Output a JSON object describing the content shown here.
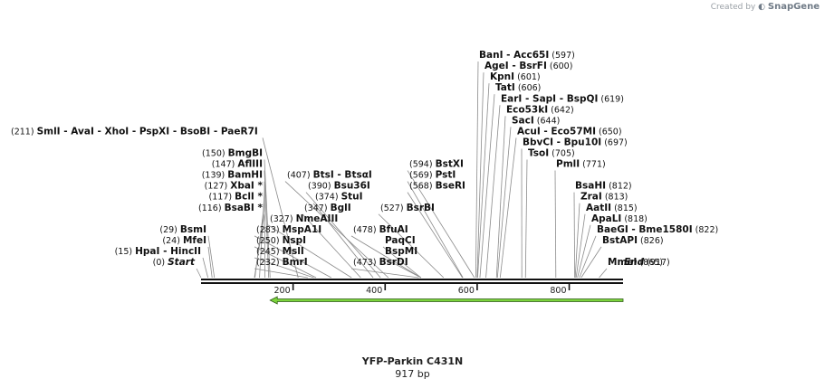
{
  "watermark": {
    "prefix": "Created by",
    "brand": "SnapGene"
  },
  "plasmid": {
    "name": "YFP-Parkin C431N",
    "length_label": "917 bp",
    "length": 917
  },
  "axis": {
    "ticks": [
      200,
      400,
      600,
      800
    ]
  },
  "feature": {
    "start": 150,
    "end": 917,
    "direction": "reverse",
    "color": "#7cd43c"
  },
  "end_labels": {
    "start": {
      "pos": "(0)",
      "name": "Start"
    },
    "end": {
      "name": "End",
      "pos": "(917)"
    }
  },
  "sites_left": [
    {
      "row": 19,
      "pos": "(15)",
      "name": "HpaI",
      "extra": "- HincII",
      "loc": 15
    },
    {
      "row": 20,
      "pos": "(24)",
      "name": "MfeI",
      "loc": 24
    },
    {
      "row": 21,
      "pos": "(29)",
      "name": "BsmI",
      "loc": 29
    },
    {
      "row": 23,
      "pos": "(116)",
      "name": "BsaBI *",
      "loc": 116
    },
    {
      "row": 24,
      "pos": "(117)",
      "name": "BclI *",
      "loc": 117
    },
    {
      "row": 25,
      "pos": "(127)",
      "name": "XbaI *",
      "loc": 127
    },
    {
      "row": 26,
      "pos": "(139)",
      "name": "BamHI",
      "loc": 139
    },
    {
      "row": 27,
      "pos": "(147)",
      "name": "AflIII",
      "loc": 147
    },
    {
      "row": 28,
      "pos": "(150)",
      "name": "BmgBI",
      "loc": 150
    },
    {
      "row": 30,
      "pos": "(211)",
      "name": "SmlI",
      "extra": "- AvaI   - XhoI   - PspXI   - BsoBI   - PaeR7I",
      "loc": 211
    }
  ],
  "sites_mid": [
    {
      "row": 18,
      "pos": "(232)",
      "name": "BmrI",
      "loc": 232
    },
    {
      "row": 19,
      "pos": "(245)",
      "name": "MslI",
      "loc": 245
    },
    {
      "row": 20,
      "pos": "(250)",
      "name": "NspI",
      "loc": 250
    },
    {
      "row": 21,
      "pos": "(283)",
      "name": "MspA1I",
      "loc": 283
    },
    {
      "row": 22,
      "pos": "(327)",
      "name": "NmeAIII",
      "loc": 327
    },
    {
      "row": 23,
      "pos": "(347)",
      "name": "BglI",
      "loc": 347
    },
    {
      "row": 24,
      "pos": "(374)",
      "name": "StuI",
      "loc": 374
    },
    {
      "row": 25,
      "pos": "(390)",
      "name": "Bsu36I",
      "loc": 390
    },
    {
      "row": 26,
      "pos": "(407)",
      "name": "BtsI",
      "extra": "- BtsαI",
      "loc": 407
    }
  ],
  "sites_mid2": [
    {
      "row": 18,
      "pos": "(473)",
      "name": "BsrDI",
      "loc": 473
    },
    {
      "row": 19,
      "pos": "",
      "name": "BspMI",
      "loc": 478
    },
    {
      "row": 20,
      "pos": "",
      "name": "PaqCI",
      "loc": 478
    },
    {
      "row": 21,
      "pos": "(478)",
      "name": "BfuAI",
      "loc": 478
    },
    {
      "row": 23,
      "pos": "(527)",
      "name": "BsrBI",
      "loc": 527
    },
    {
      "row": 25,
      "pos": "(568)",
      "name": "BseRI",
      "loc": 568
    },
    {
      "row": 26,
      "pos": "(569)",
      "name": "PstI",
      "loc": 569
    },
    {
      "row": 27,
      "pos": "(594)",
      "name": "BstXI",
      "loc": 594
    }
  ],
  "sites_right": [
    {
      "row": 18,
      "name": "MmeI",
      "pos": "(865)",
      "loc": 865
    },
    {
      "row": 20,
      "name": "BstAPI",
      "pos": "(826)",
      "loc": 826
    },
    {
      "row": 21,
      "name": "BaeGI",
      "extra": "- Bme1580I",
      "pos": "(822)",
      "loc": 822
    },
    {
      "row": 22,
      "name": "ApaLI",
      "pos": "(818)",
      "loc": 818
    },
    {
      "row": 23,
      "name": "AatII",
      "pos": "(815)",
      "loc": 815
    },
    {
      "row": 24,
      "name": "ZraI",
      "pos": "(813)",
      "loc": 813
    },
    {
      "row": 25,
      "name": "BsaHI",
      "pos": "(812)",
      "loc": 812
    },
    {
      "row": 27,
      "name": "PmlI",
      "pos": "(771)",
      "loc": 771
    },
    {
      "row": 28,
      "name": "TsoI",
      "pos": "(705)",
      "loc": 705
    },
    {
      "row": 29,
      "name": "BbvCI",
      "extra": "- Bpu10I",
      "pos": "(697)",
      "loc": 697
    },
    {
      "row": 30,
      "name": "AcuI",
      "extra": "- Eco57MI",
      "pos": "(650)",
      "loc": 650
    },
    {
      "row": 31,
      "name": "SacI",
      "pos": "(644)",
      "loc": 644
    },
    {
      "row": 32,
      "name": "Eco53kI",
      "pos": "(642)",
      "loc": 642
    },
    {
      "row": 33,
      "name": "EarI",
      "extra": "- SapI   - BspQI",
      "pos": "(619)",
      "loc": 619
    },
    {
      "row": 34,
      "name": "TatI",
      "pos": "(606)",
      "loc": 606
    },
    {
      "row": 35,
      "name": "KpnI",
      "pos": "(601)",
      "loc": 601
    },
    {
      "row": 36,
      "name": "AgeI",
      "extra": "- BsrFI",
      "pos": "(600)",
      "loc": 600
    },
    {
      "row": 37,
      "name": "BanI",
      "extra": "- Acc65I",
      "pos": "(597)",
      "loc": 597
    }
  ]
}
